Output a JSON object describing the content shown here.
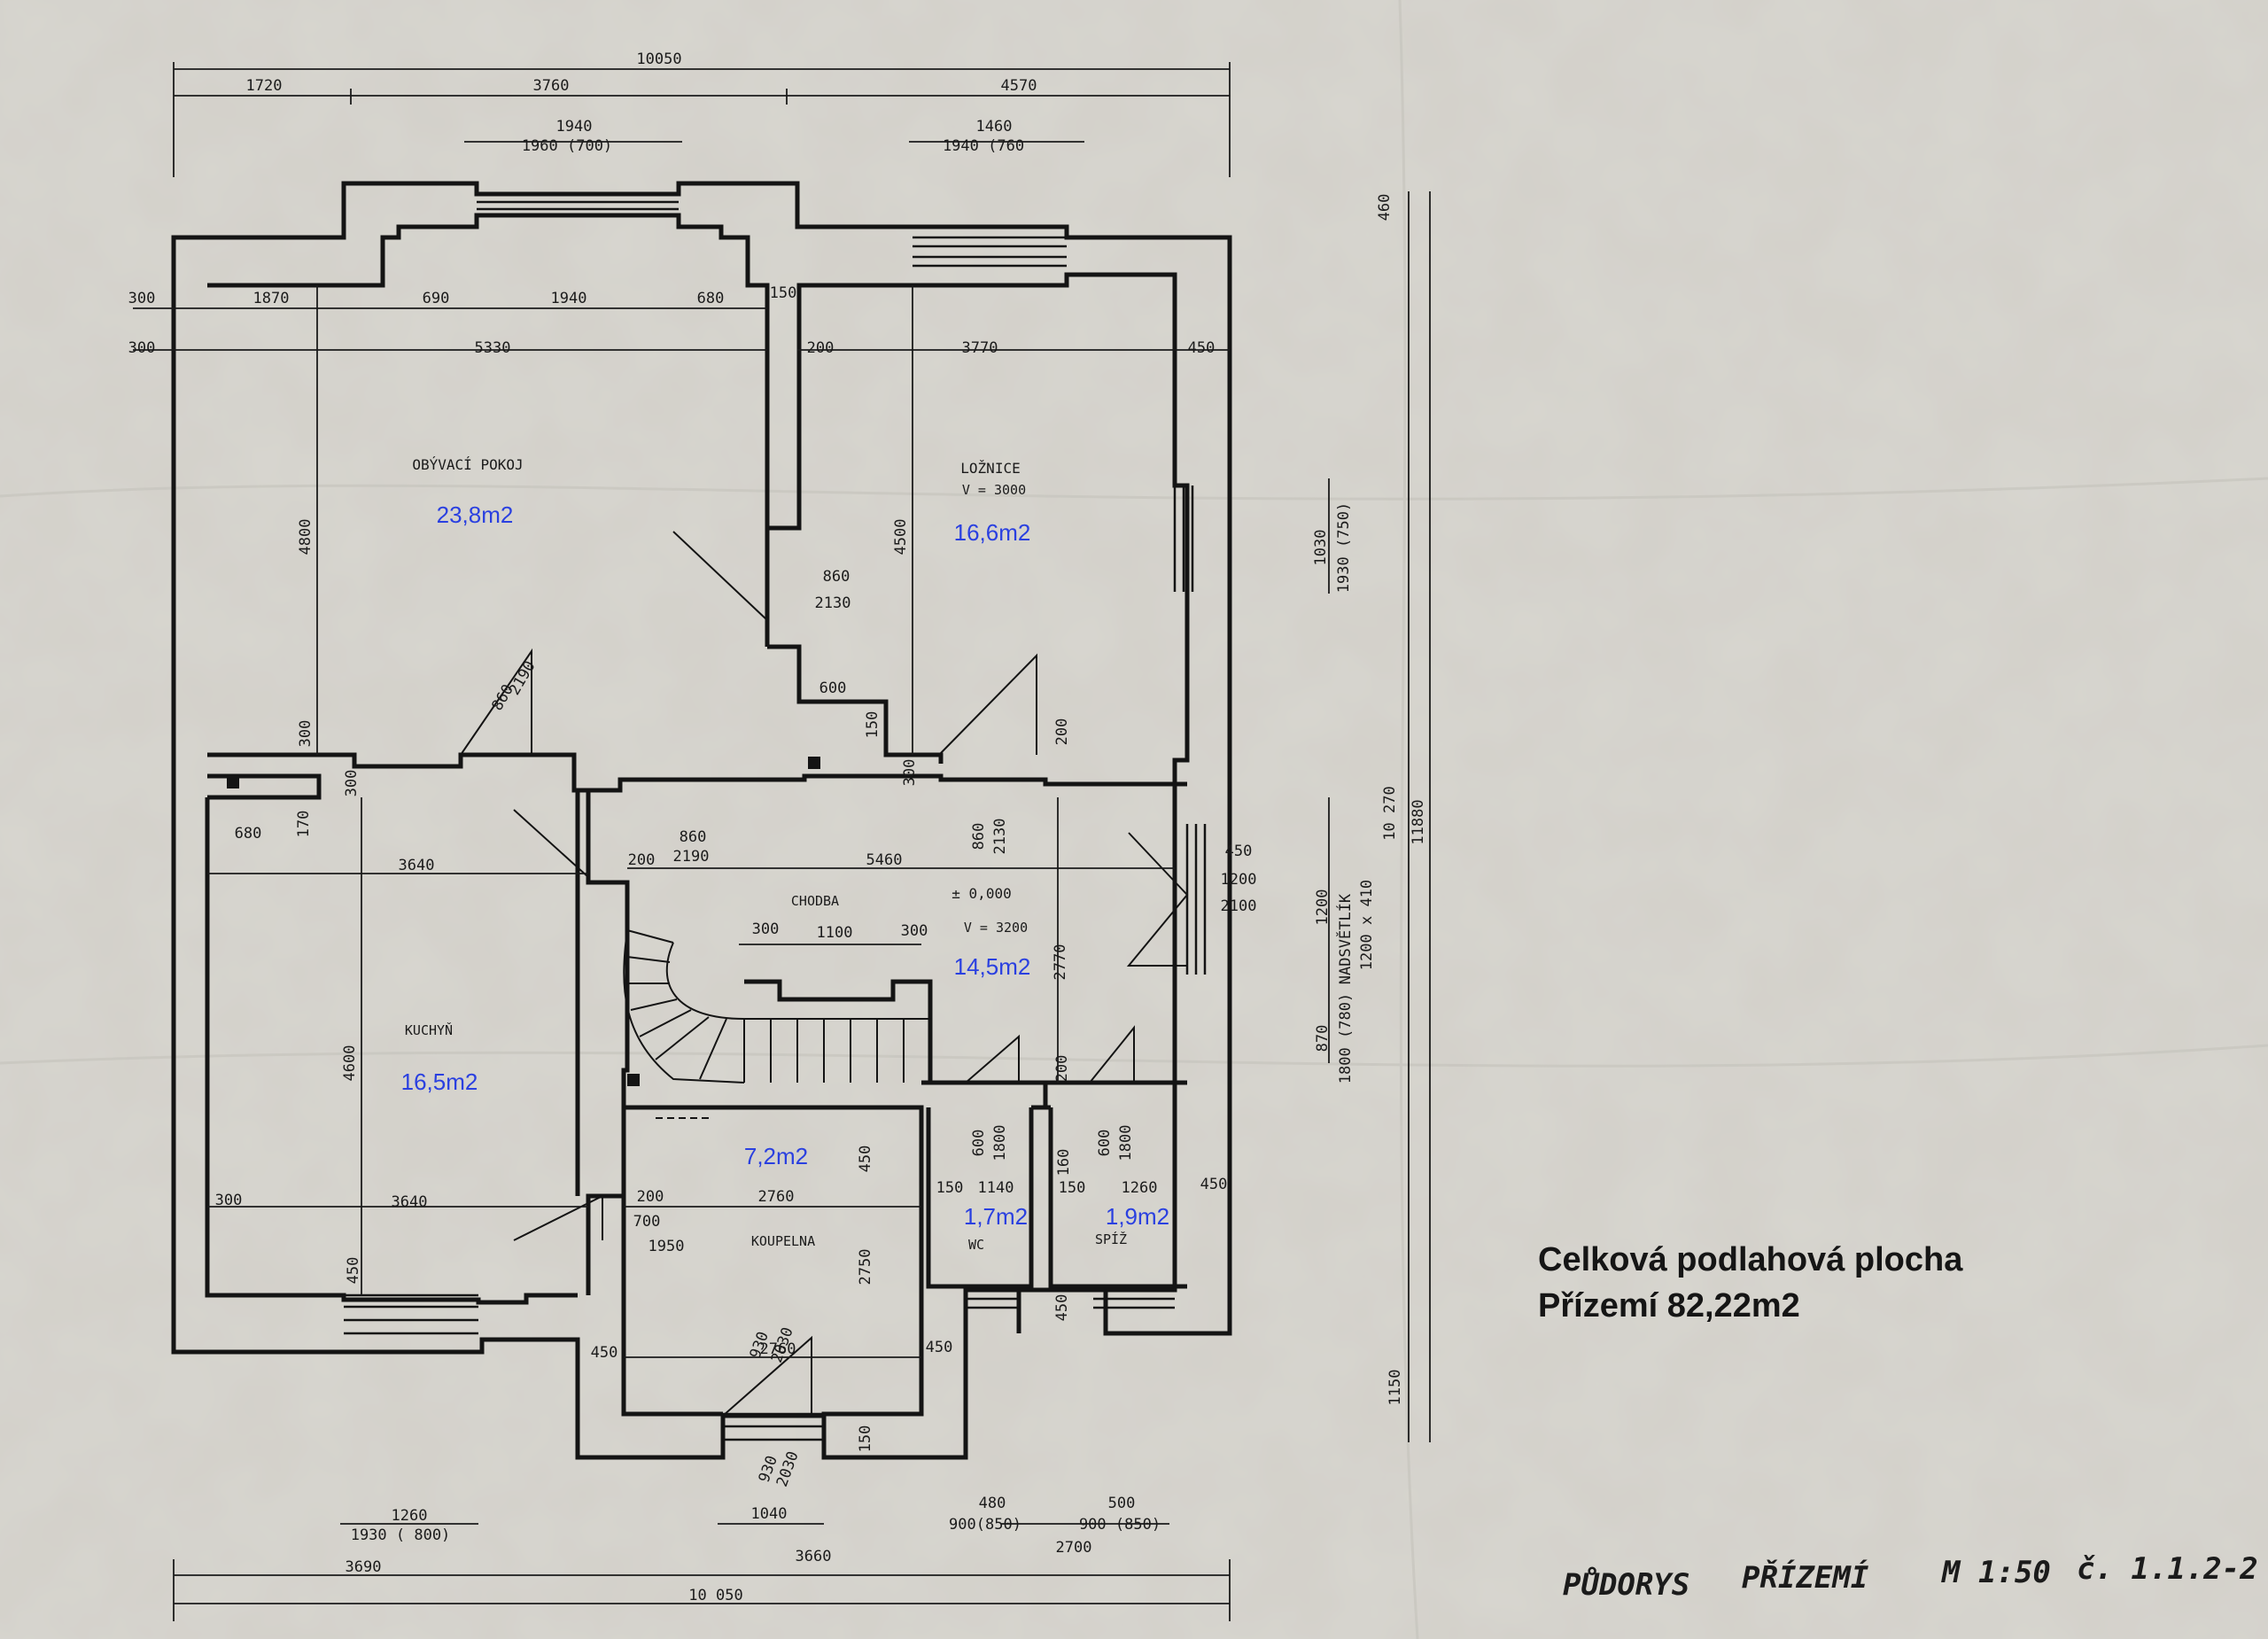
{
  "colors": {
    "paper": "#d6d4ce",
    "ink": "#141414",
    "area_label": "#2a40e0"
  },
  "overall": {
    "top_total": "10050",
    "top_segments": [
      "1720",
      "3760",
      "4570"
    ],
    "bottom_total": "10 050",
    "bottom_segments": [
      "3690",
      "3660",
      "2700"
    ],
    "right_total": "11880",
    "right_sub": "10 270",
    "right_top": "460",
    "right_bottom": "1150"
  },
  "rooms": [
    {
      "key": "obyvaci",
      "name": "OBÝVACÍ POKOJ",
      "area": "23,8m2"
    },
    {
      "key": "loznice",
      "name": "LOŽNICE",
      "note": "V = 3000",
      "area": "16,6m2"
    },
    {
      "key": "chodba",
      "name": "CHODBA",
      "note": "V = 3200",
      "level": "± 0,000",
      "area": "14,5m2"
    },
    {
      "key": "kuchyn",
      "name": "KUCHYŇ",
      "area": "16,5m2"
    },
    {
      "key": "koupelna",
      "name": "KOUPELNA",
      "area": "7,2m2"
    },
    {
      "key": "wc",
      "name": "WC",
      "area": "1,7m2"
    },
    {
      "key": "spiz",
      "name": "SPÍŽ",
      "area": "1,9m2"
    }
  ],
  "dims": {
    "win_top_left": [
      "1940",
      "1960 (700)"
    ],
    "win_top_right": [
      "1460",
      "1940 (760"
    ],
    "row1": [
      "300",
      "1870",
      "690",
      "1940",
      "680",
      "150"
    ],
    "row2": [
      "300",
      "5330",
      "200",
      "3770",
      "450"
    ],
    "living_height": "4800",
    "bed_height": "4500",
    "door_liv": [
      "860",
      "2190"
    ],
    "door_bed": [
      "860",
      "2130"
    ],
    "door_mid": [
      "860",
      "2130"
    ],
    "door_hall": [
      "860",
      "2190"
    ],
    "small": [
      "600",
      "150",
      "300",
      "300",
      "300",
      "200"
    ],
    "kitchen_top": [
      "680",
      "170",
      "3640"
    ],
    "hall_width": "5460",
    "hall_small": [
      "200",
      "300",
      "1100",
      "300"
    ],
    "hall_height": "2770",
    "kitchen_height": "4600",
    "bath_width": "2760",
    "bath_depth": "2750",
    "bath_door": [
      "700",
      "1950"
    ],
    "bath_bottom": [
      "2760",
      "450",
      "450"
    ],
    "wc_dims": [
      "150",
      "1140",
      "600",
      "1800"
    ],
    "spiz_dims": [
      "150",
      "1260",
      "450",
      "600",
      "1800"
    ],
    "kitchen_bottom": [
      "300",
      "3640",
      "200"
    ],
    "bath_window": [
      "930",
      "2030",
      "930",
      "2030",
      "1040"
    ],
    "win_bottom_left": [
      "1260",
      "1930 ( 800)"
    ],
    "win_bottom_mid": [
      "480",
      "900(850)"
    ],
    "win_bottom_right": [
      "500",
      "900 (850)"
    ],
    "right_window": [
      "1030",
      "1930 (750)"
    ],
    "right_door": [
      "450",
      "1200",
      "2100"
    ],
    "right_lights": [
      "1200",
      "NADSVĚTLÍK",
      "1200 x 410"
    ],
    "right_low": [
      "870",
      "1800 (780)"
    ],
    "left_marks": [
      "450",
      "150",
      "200",
      "160",
      "450",
      "450"
    ]
  },
  "summary": {
    "line1": "Celková podlahová plocha",
    "line2": "Přízemí 82,22m2"
  },
  "title_block": {
    "label": "PŮDORYS",
    "floor": "PŘÍZEMÍ",
    "scale": "M 1:50",
    "sheet": "č. 1.1.2-2"
  }
}
